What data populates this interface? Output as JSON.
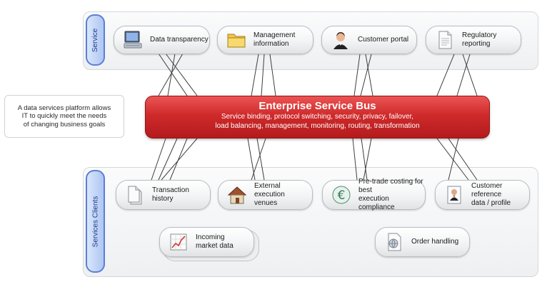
{
  "service": {
    "tab_label": "Service",
    "items": [
      {
        "label": "Data transparency",
        "icon": "computer-icon"
      },
      {
        "label": "Management\ninformation",
        "icon": "folder-icon"
      },
      {
        "label": "Customer portal",
        "icon": "person-headset-icon"
      },
      {
        "label": "Regulatory\nreporting",
        "icon": "document-icon"
      }
    ]
  },
  "bus": {
    "title": "Enterprise Service Bus",
    "line1": "Service binding, protocol switching, security, privacy, failover,",
    "line2": "load balancing, management, monitoring, routing, transformation",
    "color": "#cf2a2b"
  },
  "note": {
    "text": "A data services platform allows\nIT to quickly meet the needs\nof changing business goals"
  },
  "clients": {
    "tab_label": "Services Clients",
    "items": [
      {
        "label": "Transaction\nhistory",
        "icon": "document-icon"
      },
      {
        "label": "External execution\nvenues",
        "icon": "house-icon"
      },
      {
        "label": "Pre-trade costing for best\nexecution compliance",
        "icon": "euro-icon"
      },
      {
        "label": "Customer reference\ndata / profile",
        "icon": "id-card-icon"
      },
      {
        "label": "Incoming\nmarket data",
        "icon": "chart-icon"
      },
      {
        "label": "Order handling",
        "icon": "globe-document-icon"
      }
    ]
  },
  "colors": {
    "tab_border": "#5a7fd6",
    "wire": "#3f3f3f"
  }
}
